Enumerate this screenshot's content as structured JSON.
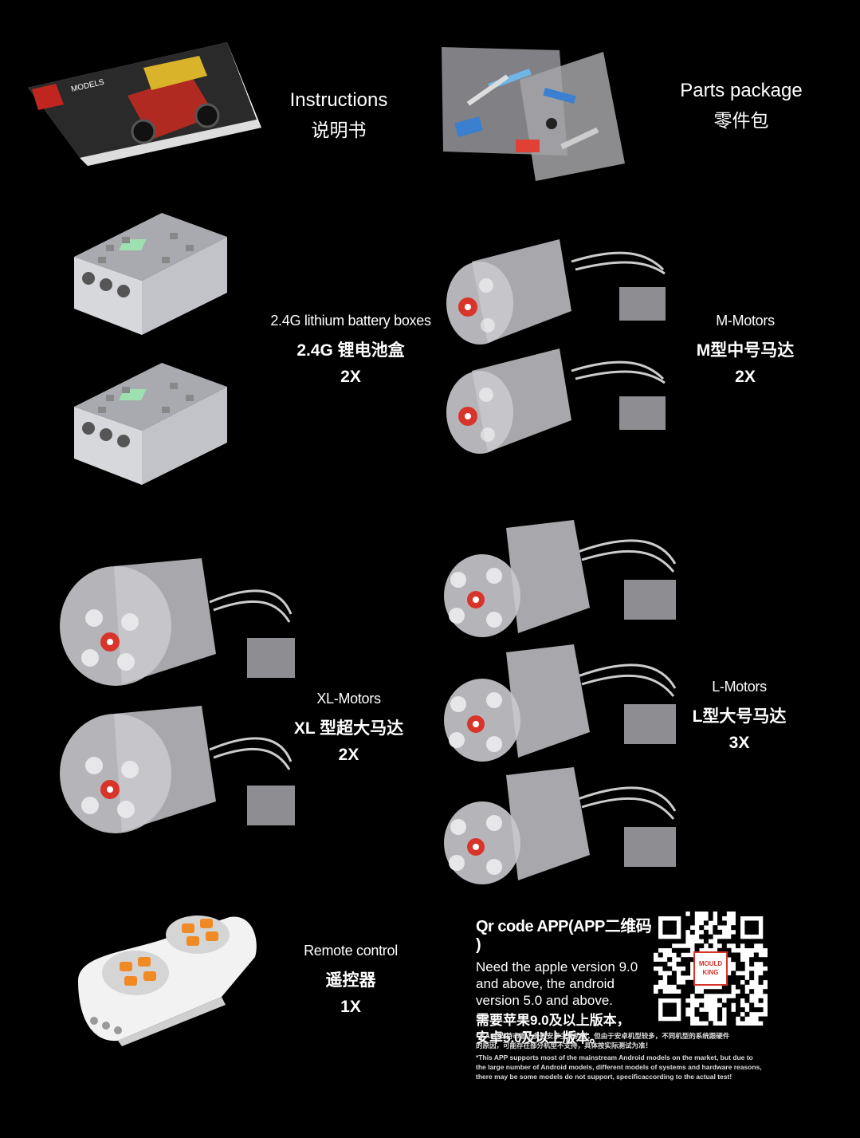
{
  "items": {
    "instructions": {
      "en": "Instructions",
      "cn": "说明书"
    },
    "parts": {
      "en": "Parts package",
      "cn": "零件包"
    },
    "battery": {
      "en": "2.4G lithium battery boxes",
      "cn": "2.4G 锂电池盒",
      "qty": "2X"
    },
    "m_motor": {
      "en": "M-Motors",
      "cn": "M型中号马达",
      "qty": "2X"
    },
    "xl_motor": {
      "en": "XL-Motors",
      "cn": "XL 型超大马达",
      "qty": "2X"
    },
    "l_motor": {
      "en": "L-Motors",
      "cn": "L型大号马达",
      "qty": "3X"
    },
    "remote": {
      "en": "Remote control",
      "cn": "遥控器",
      "qty": "1X"
    }
  },
  "qr": {
    "title": "Qr code APP(APP二维码 )",
    "line1": "Need the apple version 9.0",
    "line2": "and above, the android",
    "line3": "version 5.0 and above.",
    "cn1": "需要苹果9.0及以上版本，",
    "cn2": "安卓5.0及以上版本。",
    "logo_line1": "MOULD",
    "logo_line2": "KING",
    "note_cn1": "*本APP支持市面上多数安卓主流机型，但由于安卓机型较多，不同机型的系统跟硬件",
    "note_cn2": "的原因，可能存在部分机型不支持，具体按实际测试为准！",
    "note_en1": "*This APP supports most of the mainstream Android models on the market, but due to",
    "note_en2": "the large number of Android models, different models of systems and hardware reasons,",
    "note_en3": "there may be some models do not support, specificaccording to the actual test!"
  },
  "box": {
    "brand": "MODELS"
  },
  "colors": {
    "background": "#000000",
    "accent_red": "#d8342a",
    "grey_part": "#b8b8bc"
  }
}
